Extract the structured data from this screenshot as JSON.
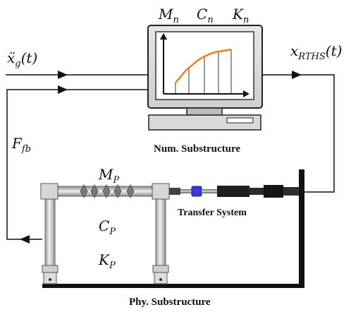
{
  "numerical": {
    "caption": "Num. Substructure",
    "params": {
      "mass": {
        "base": "M",
        "sub": "n"
      },
      "damping": {
        "base": "C",
        "sub": "n"
      },
      "stiffness": {
        "base": "K",
        "sub": "n"
      }
    },
    "curve_color": "#ef7d22"
  },
  "signals": {
    "ground_accel": {
      "base": "ẍ",
      "sub": "g",
      "arg": "(t)"
    },
    "output": {
      "base": "x",
      "sub": "RTHS",
      "arg": "(t)"
    },
    "feedback_force": {
      "base": "F",
      "sub": "fb"
    }
  },
  "physical": {
    "caption": "Phy. Substructure",
    "params": {
      "mass": {
        "base": "M",
        "sub": "P"
      },
      "damping": {
        "base": "C",
        "sub": "P"
      },
      "stiffness": {
        "base": "K",
        "sub": "P"
      }
    }
  },
  "transfer": {
    "caption": "Transfer System",
    "actuator_accent": "#3a3ad6"
  }
}
